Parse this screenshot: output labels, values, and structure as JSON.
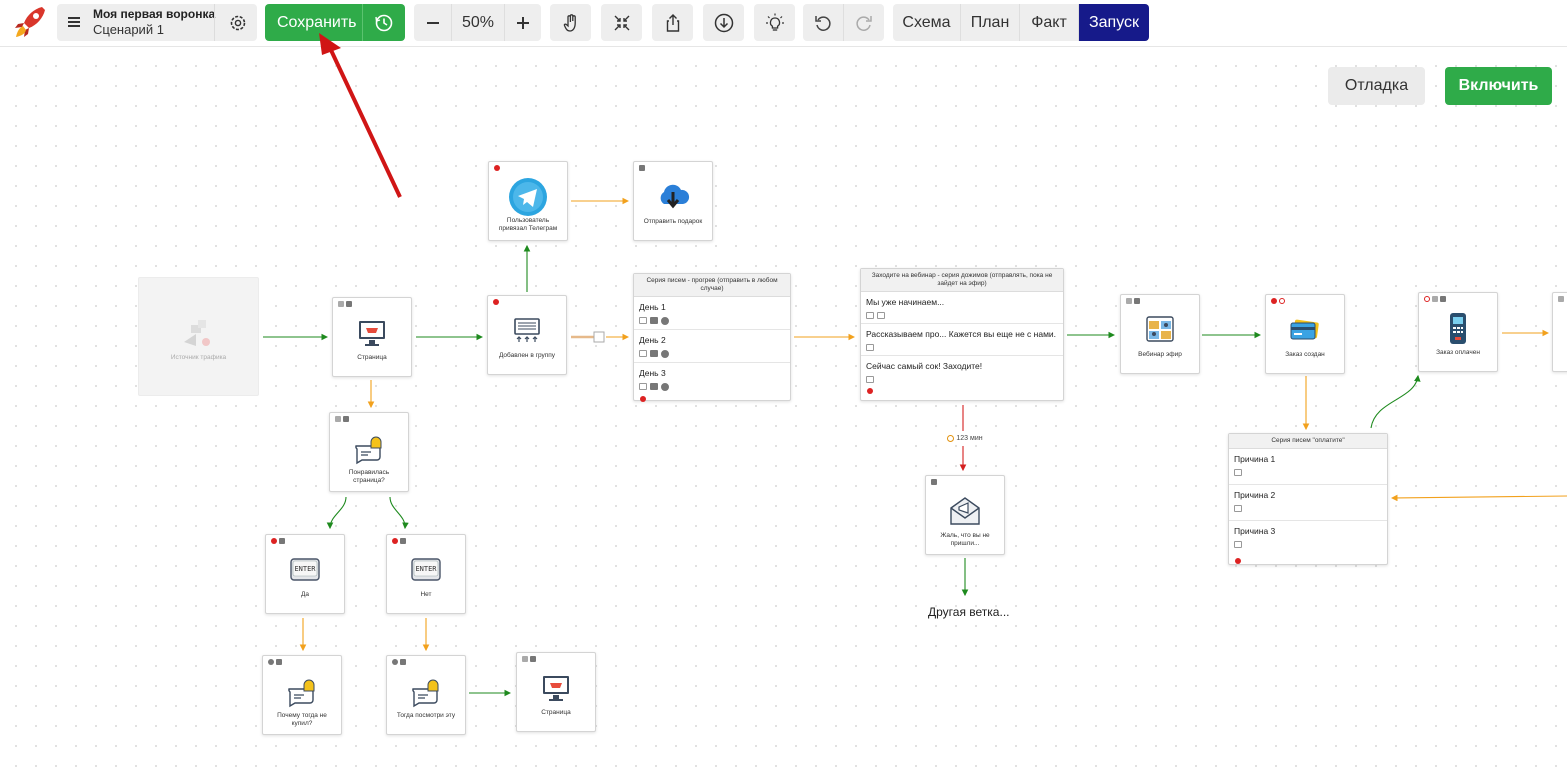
{
  "header": {
    "funnel_title": "Моя первая воронка",
    "scenario_name": "Сценарий 1",
    "save_label": "Сохранить",
    "zoom_level": "50%",
    "view_tabs": [
      {
        "label": "Схема",
        "active": false
      },
      {
        "label": "План",
        "active": false
      },
      {
        "label": "Факт",
        "active": false
      },
      {
        "label": "Запуск",
        "active": true
      }
    ],
    "tools": [
      "zoom-out-icon",
      "zoom-in-icon",
      "hand-icon",
      "fit-icon",
      "share-icon",
      "download-icon",
      "lightbulb-icon",
      "undo-icon",
      "redo-icon"
    ]
  },
  "actions": {
    "debug_label": "Отладка",
    "enable_label": "Включить"
  },
  "colors": {
    "green": "#2fab49",
    "active_tab": "#161a8a",
    "link_green": "#1e8a1e",
    "link_orange": "#f2a11d",
    "link_red": "#d42020",
    "annotation_arrow": "#d01515"
  },
  "nodes": {
    "traffic_source": "Источник трафика",
    "page": "Страница",
    "telegram_linked": "Пользователь привязал Телеграм",
    "send_gift": "Отправить подарок",
    "added_to_group": "Добавлен в группу",
    "liked_page": "Понравилась страница?",
    "yes": "Да",
    "no": "Нет",
    "why_not_buy": "Почему тогда не купил?",
    "then_see_this": "Тогда посмотри эту",
    "page_2": "Страница",
    "sorry_missed": "Жаль, что вы не пришли...",
    "webinar_live": "Вебинар эфир",
    "order_created": "Заказ создан",
    "order_paid": "Заказ оплачен"
  },
  "series_warmup": {
    "title": "Серия писем - прогрев (отправить в любом случае)",
    "items": [
      "День 1",
      "День 2",
      "День 3"
    ]
  },
  "series_webinar": {
    "title": "Заходите на вебинар - серия дожимов (отправлять, пока не зайдет на эфир)",
    "items": [
      "Мы уже начинаем...",
      "Рассказываем про... Кажется вы еще не с нами.",
      "Сейчас самый сок! Заходите!"
    ]
  },
  "series_pay": {
    "title": "Серия писем \"оплатите\"",
    "items": [
      "Причина 1",
      "Причина 2",
      "Причина 3"
    ]
  },
  "delay_label": "123 мин",
  "other_branch": "Другая ветка..."
}
